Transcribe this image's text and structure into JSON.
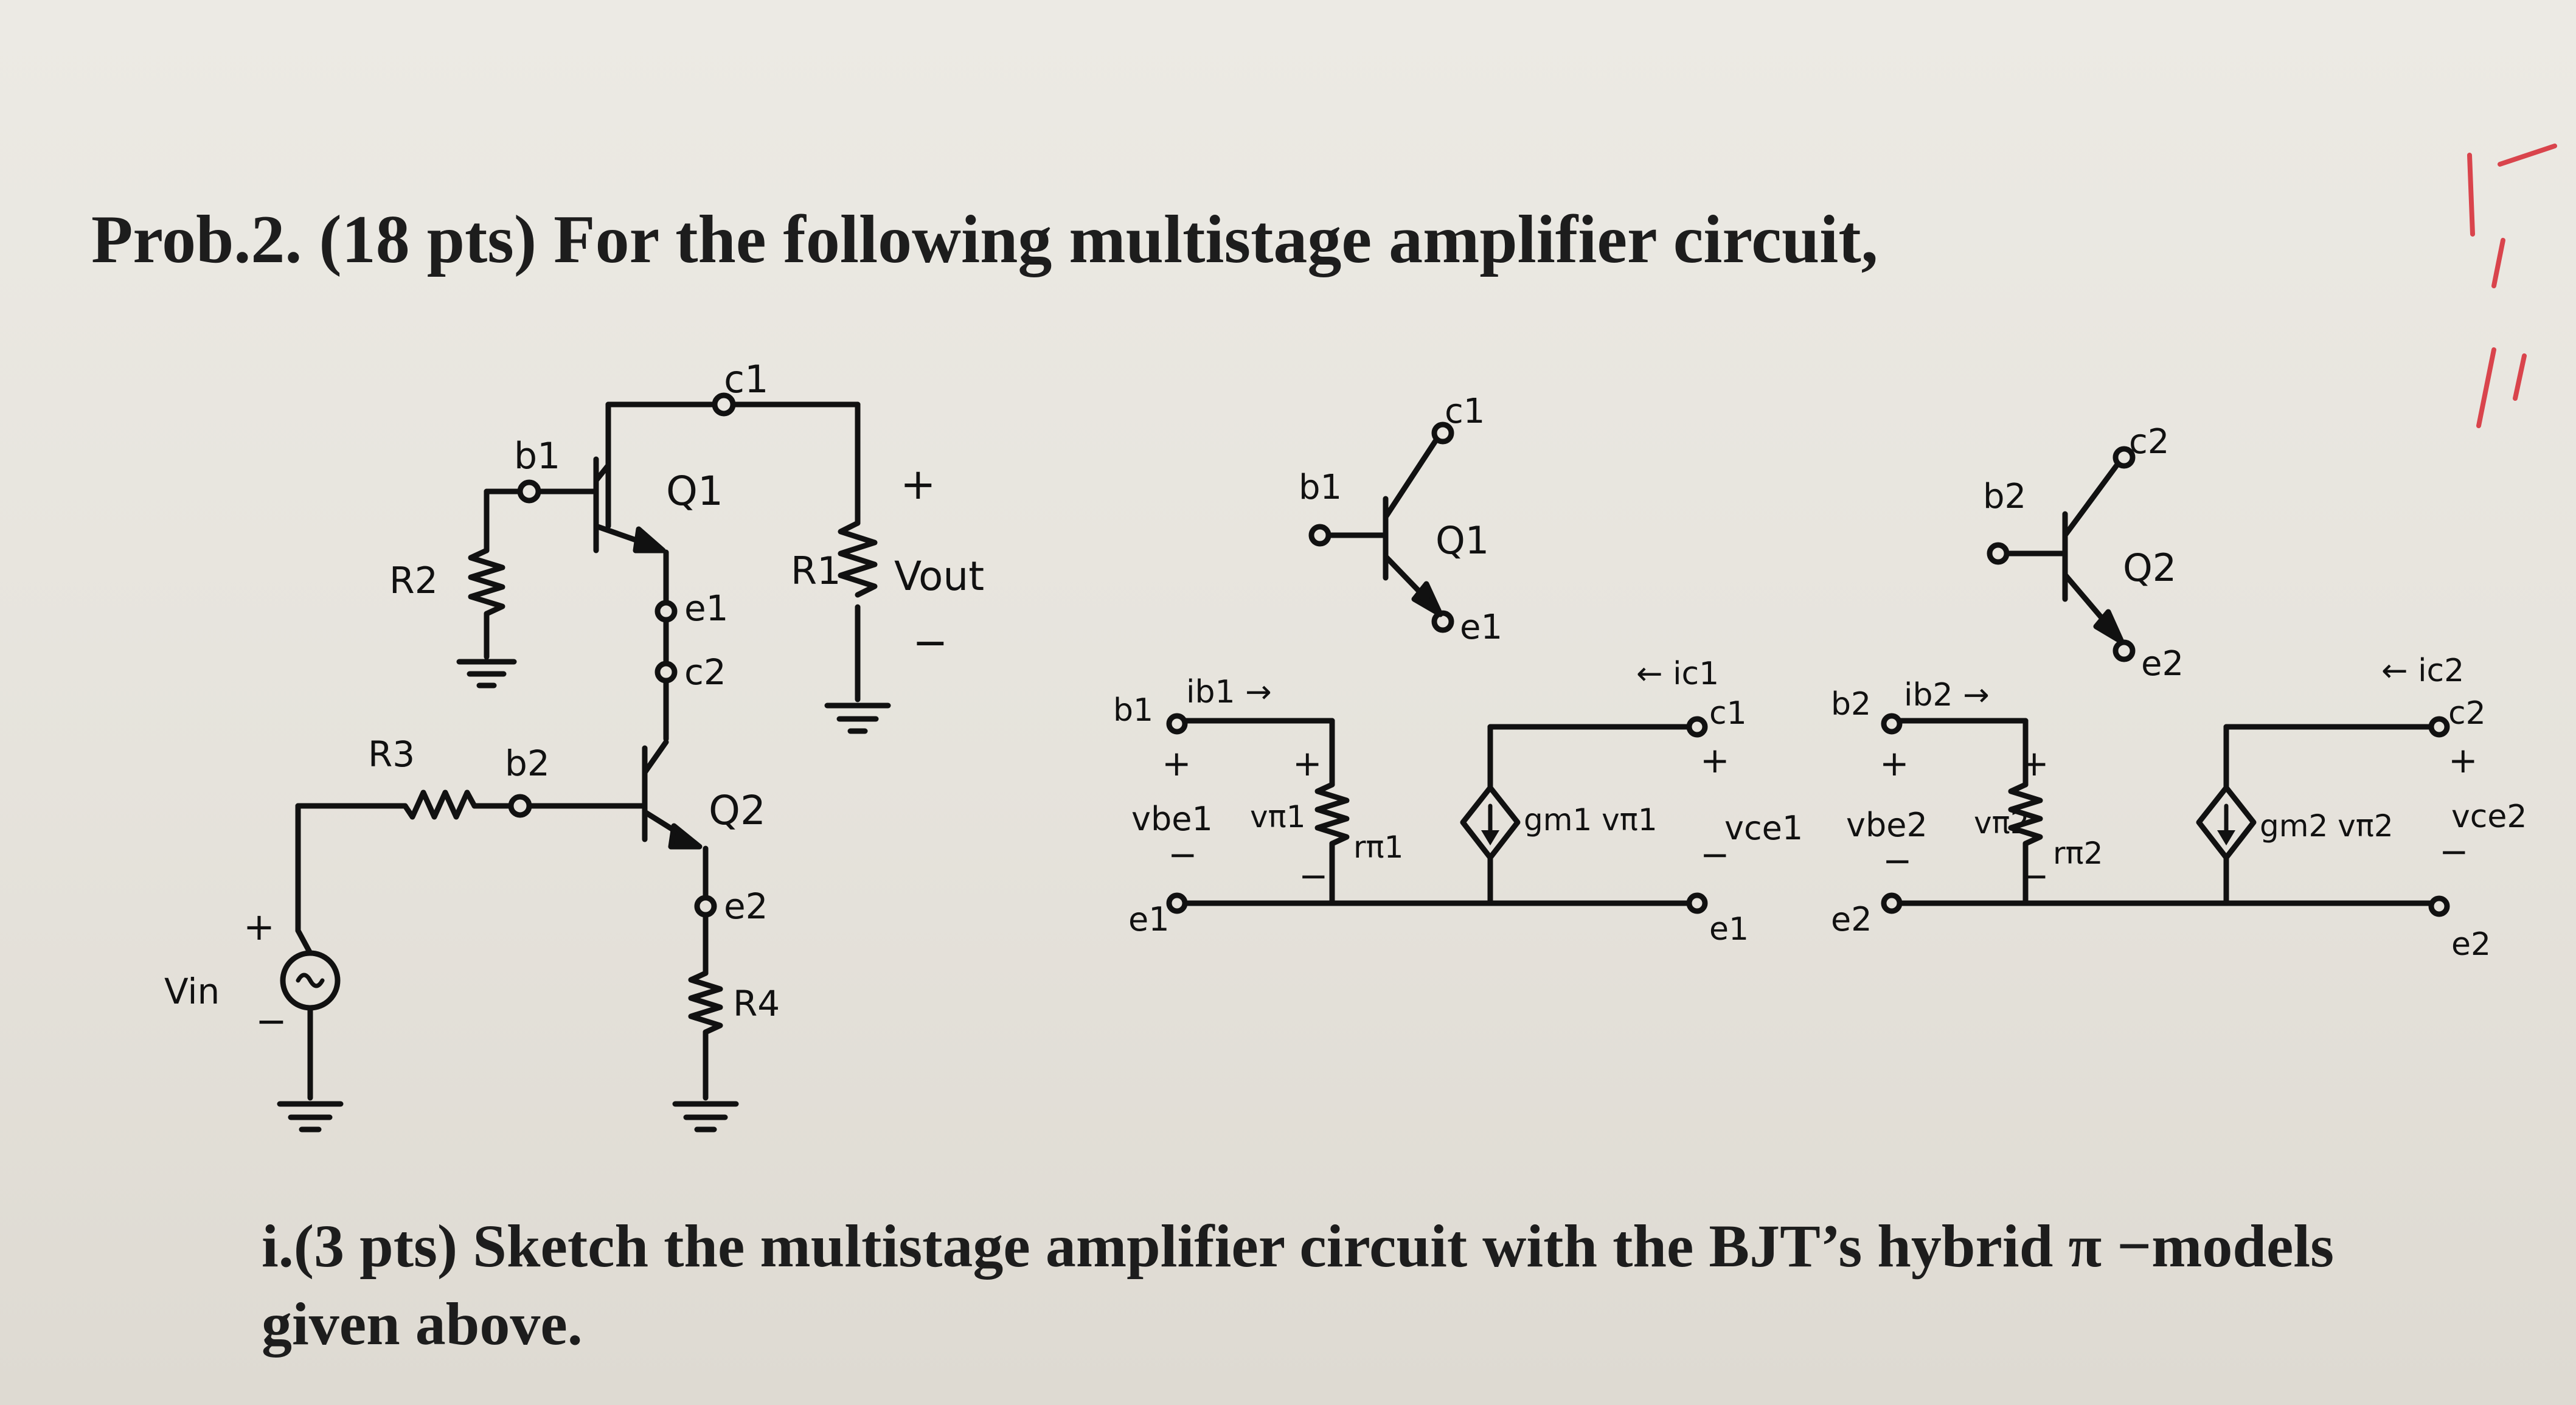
{
  "problem": {
    "heading": "Prob.2. (18 pts) For the following multistage amplifier circuit,",
    "part_i_line1": "i.(3 pts) Sketch the multistage amplifier circuit with the BJT’s hybrid π −models",
    "part_i_line2": "given above."
  },
  "circuit": {
    "c1": "c1",
    "b1": "b1",
    "q1": "Q1",
    "e1": "e1",
    "c2": "c2",
    "b2": "b2",
    "q2": "Q2",
    "e2": "e2",
    "r1": "R1",
    "r2": "R2",
    "r3": "R3",
    "r4": "R4",
    "vout": "Vout",
    "vin": "Vin",
    "plus": "+",
    "minus": "−"
  },
  "symbols": {
    "q1": {
      "c": "c1",
      "b": "b1",
      "e": "e1",
      "q": "Q1"
    },
    "q2": {
      "c": "c2",
      "b": "b2",
      "e": "e2",
      "q": "Q2"
    }
  },
  "hybrid_pi_1": {
    "b": "b1",
    "e": "e1",
    "ib": "ib1 →",
    "vbe": "vbe1",
    "vpi": "vπ1",
    "rpi": "rπ1",
    "gm": "gm1 vπ1",
    "ic": "← ic1",
    "c": "c1",
    "vce": "vce1",
    "e_out": "e1"
  },
  "hybrid_pi_2": {
    "b": "b2",
    "e": "e2",
    "ib": "ib2 →",
    "vbe": "vbe2",
    "vpi": "vπ2",
    "rpi": "rπ2",
    "gm": "gm2 vπ2",
    "ic": "← ic2",
    "c": "c2",
    "vce": "vce2",
    "e_out": "e2"
  },
  "colors": {
    "ink": "#111111",
    "text": "#1d1d1d",
    "red_mark": "#d9444c",
    "paper": "#e9e7e1"
  }
}
